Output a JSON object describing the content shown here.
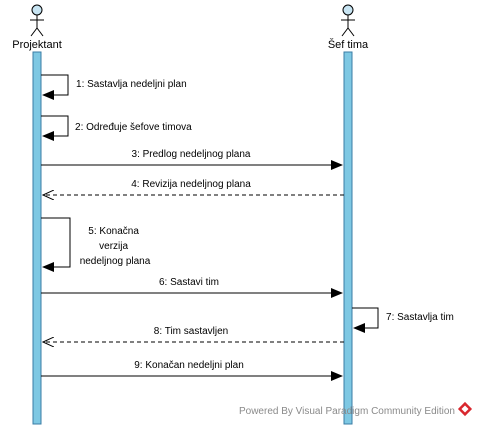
{
  "participants": [
    {
      "id": "projektant",
      "name": "Projektant"
    },
    {
      "id": "sef_tima",
      "name": "Šef tima"
    }
  ],
  "messages": [
    {
      "num": "1",
      "text": "Sastavlja nedeljni plan",
      "from": "projektant",
      "to": "projektant",
      "kind": "self"
    },
    {
      "num": "2",
      "text": "Određuje šefove timova",
      "from": "projektant",
      "to": "projektant",
      "kind": "self"
    },
    {
      "num": "3",
      "text": "Predlog nedeljnog plana",
      "from": "projektant",
      "to": "sef_tima",
      "kind": "call"
    },
    {
      "num": "4",
      "text": "Revizija nedeljnog plana",
      "from": "sef_tima",
      "to": "projektant",
      "kind": "return"
    },
    {
      "num": "5",
      "text": "Konačna verzija nedeljnog plana",
      "from": "projektant",
      "to": "projektant",
      "kind": "self"
    },
    {
      "num": "6",
      "text": "Sastavi tim",
      "from": "projektant",
      "to": "sef_tima",
      "kind": "call"
    },
    {
      "num": "7",
      "text": "Sastavlja tim",
      "from": "sef_tima",
      "to": "sef_tima",
      "kind": "self"
    },
    {
      "num": "8",
      "text": "Tim sastavljen",
      "from": "sef_tima",
      "to": "projektant",
      "kind": "return"
    },
    {
      "num": "9",
      "text": "Konačan nedeljni plan",
      "from": "projektant",
      "to": "sef_tima",
      "kind": "call"
    }
  ],
  "footer": {
    "text": "Powered By  Visual Paradigm Community Edition"
  },
  "colors": {
    "activation_fill": "#7ec8e3",
    "activation_stroke": "#3a7ca5",
    "actor_fill": "#c7e4f2",
    "line": "#000000",
    "footer_text": "#8a8a8a",
    "logo_red": "#d9272e"
  }
}
